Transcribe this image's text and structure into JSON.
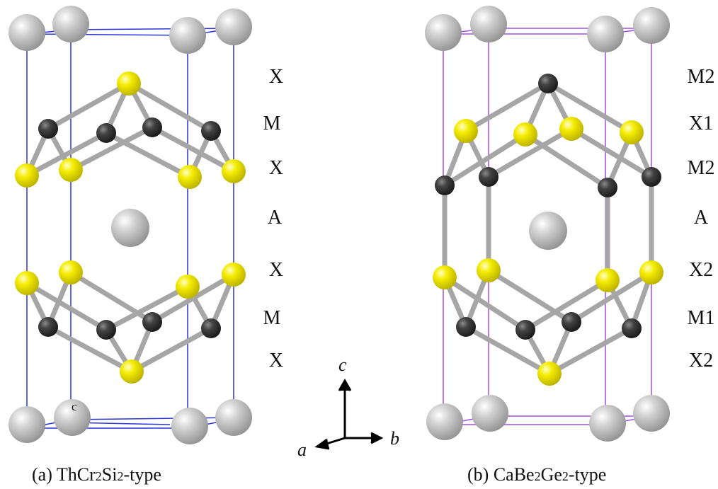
{
  "colors": {
    "A_atom": "#c4c4c4",
    "X_atom": "#f2ea00",
    "M_atom": "#3f3f3f",
    "bond": "#a6a6a6",
    "cell_a": "#2a33dd",
    "cell_b": "#a24ee6"
  },
  "panel_a": {
    "caption_prefix": "(a) ThCr",
    "caption_sub1": "2",
    "caption_mid": "Si",
    "caption_sub2": "2",
    "caption_suffix": "-type",
    "site_labels": [
      "X",
      "M",
      "X",
      "A",
      "X",
      "M",
      "X"
    ],
    "cell_axis_label": "c"
  },
  "panel_b": {
    "caption_prefix": "(b)  CaBe",
    "caption_sub1": "2",
    "caption_mid": "Ge",
    "caption_sub2": "2",
    "caption_suffix": "-type",
    "site_labels": [
      "M2",
      "X1",
      "M2",
      "A",
      "X2",
      "M1",
      "X2"
    ]
  },
  "axes": {
    "c": "c",
    "a": "a",
    "b": "b"
  }
}
